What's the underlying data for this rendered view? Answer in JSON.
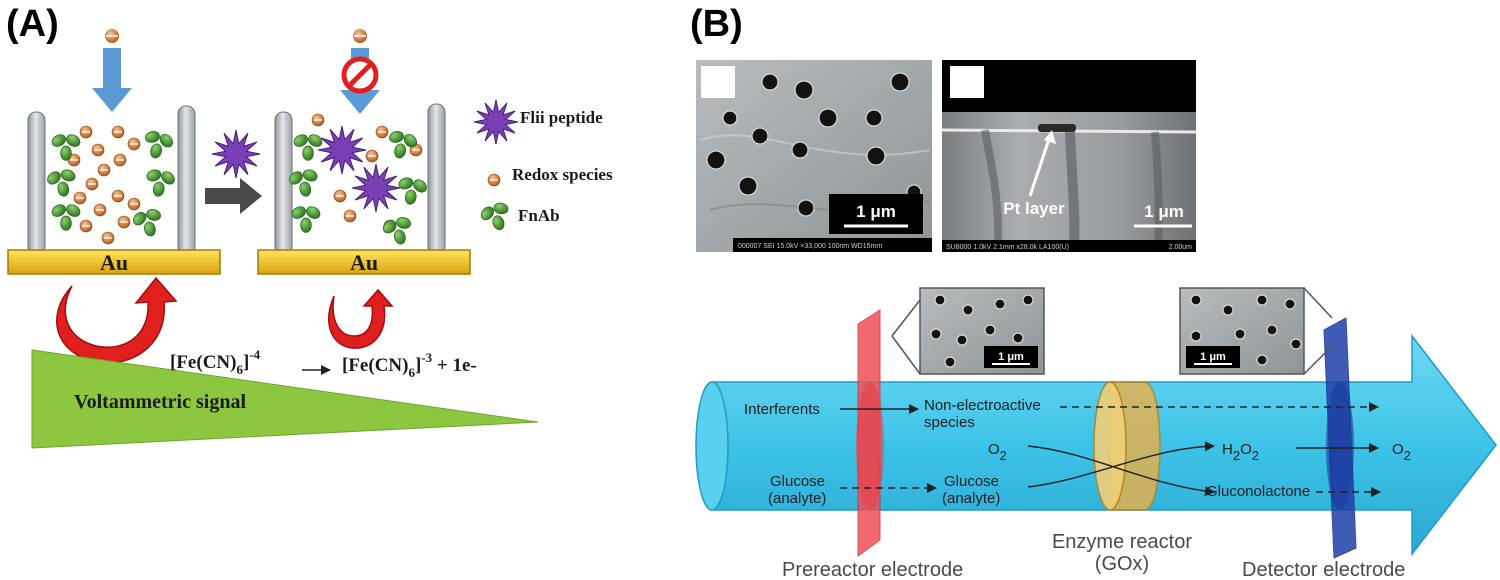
{
  "panel_a": {
    "label": "(A)",
    "electrode_label": "Au",
    "legend": {
      "peptide": "Flii peptide",
      "redox": "Redox species",
      "antibody": "FnAb"
    },
    "reaction": {
      "left": "[Fe(CN)",
      "left_sub": "6",
      "left_sup": "-4",
      "right": "[Fe(CN)",
      "right_sub": "6",
      "right_sup": "-3",
      "right_tail": " + 1e-"
    },
    "signal_label": "Voltammetric signal"
  },
  "panel_b": {
    "label": "(B)",
    "sem_left": {
      "scale": "1 μm",
      "footer": "000007 SEI 15.0kV ×33,000 100nm WD15mm"
    },
    "sem_right": {
      "scale": "1 μm",
      "pt_label": "Pt layer",
      "footer": "SU8000 1.0kV 2.1mm x28.0k LA100(U)",
      "footer_right": "2.00um"
    },
    "inset_left_scale": "1 μm",
    "inset_right_scale": "1 μm",
    "flow": {
      "interferents": "Interferents",
      "non_electroactive_1": "Non-electroactive",
      "non_electroactive_2": "species",
      "o2_in": "O",
      "o2_in_sub": "2",
      "h2o2_a": "H",
      "h2o2_sub1": "2",
      "h2o2_b": "O",
      "h2o2_sub2": "2",
      "o2_out": "O",
      "o2_out_sub": "2",
      "glucose_1": "Glucose",
      "analyte_1": "(analyte)",
      "glucose_2": "Glucose",
      "analyte_2": "(analyte)",
      "gluconolactone": "Gluconolactone"
    },
    "captions": {
      "prereactor": "Prereactor electrode",
      "enzyme_1": "Enzyme reactor",
      "enzyme_2": "(GOx)",
      "detector": "Detector electrode"
    }
  },
  "colors": {
    "gold": "#f2c21b",
    "pillar": "#b9bec4",
    "antibody": "#3f8f2e",
    "redox": "#c8691e",
    "peptide": "#7b3fb5",
    "blue_arrow": "#5b9bd5",
    "red_arrow": "#e21f1f",
    "signal": "#8dc63f",
    "tube": "#3cc6ea",
    "prereactor": "#f04f58",
    "detector": "#1f3fa8",
    "enzyme": "#e2b24f"
  }
}
